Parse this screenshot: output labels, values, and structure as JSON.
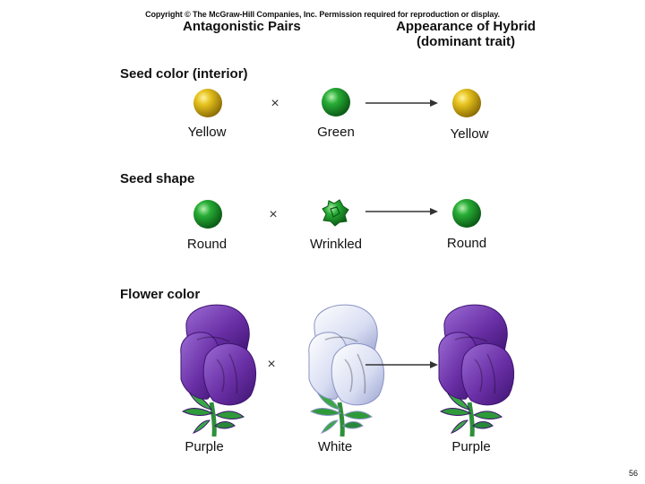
{
  "copyright": "Copyright © The McGraw-Hill Companies, Inc. Permission required for reproduction or display.",
  "headers": {
    "left": "Antagonistic Pairs",
    "right_line1": "Appearance of Hybrid",
    "right_line2": "(dominant trait)"
  },
  "cross_symbol": "×",
  "traits": [
    {
      "title": "Seed color (interior)",
      "parent1": "Yellow",
      "parent2": "Green",
      "hybrid": "Yellow"
    },
    {
      "title": "Seed shape",
      "parent1": "Round",
      "parent2": "Wrinkled",
      "hybrid": "Round"
    },
    {
      "title": "Flower color",
      "parent1": "Purple",
      "parent2": "White",
      "hybrid": "Purple"
    }
  ],
  "colors": {
    "yellow_seed": "#d9b515",
    "green_seed": "#1c9a2a",
    "purple_flower": "#6a2fa6",
    "white_flower": "#d8ddf2",
    "stem_green": "#2e8f3a"
  },
  "page_number": "56"
}
